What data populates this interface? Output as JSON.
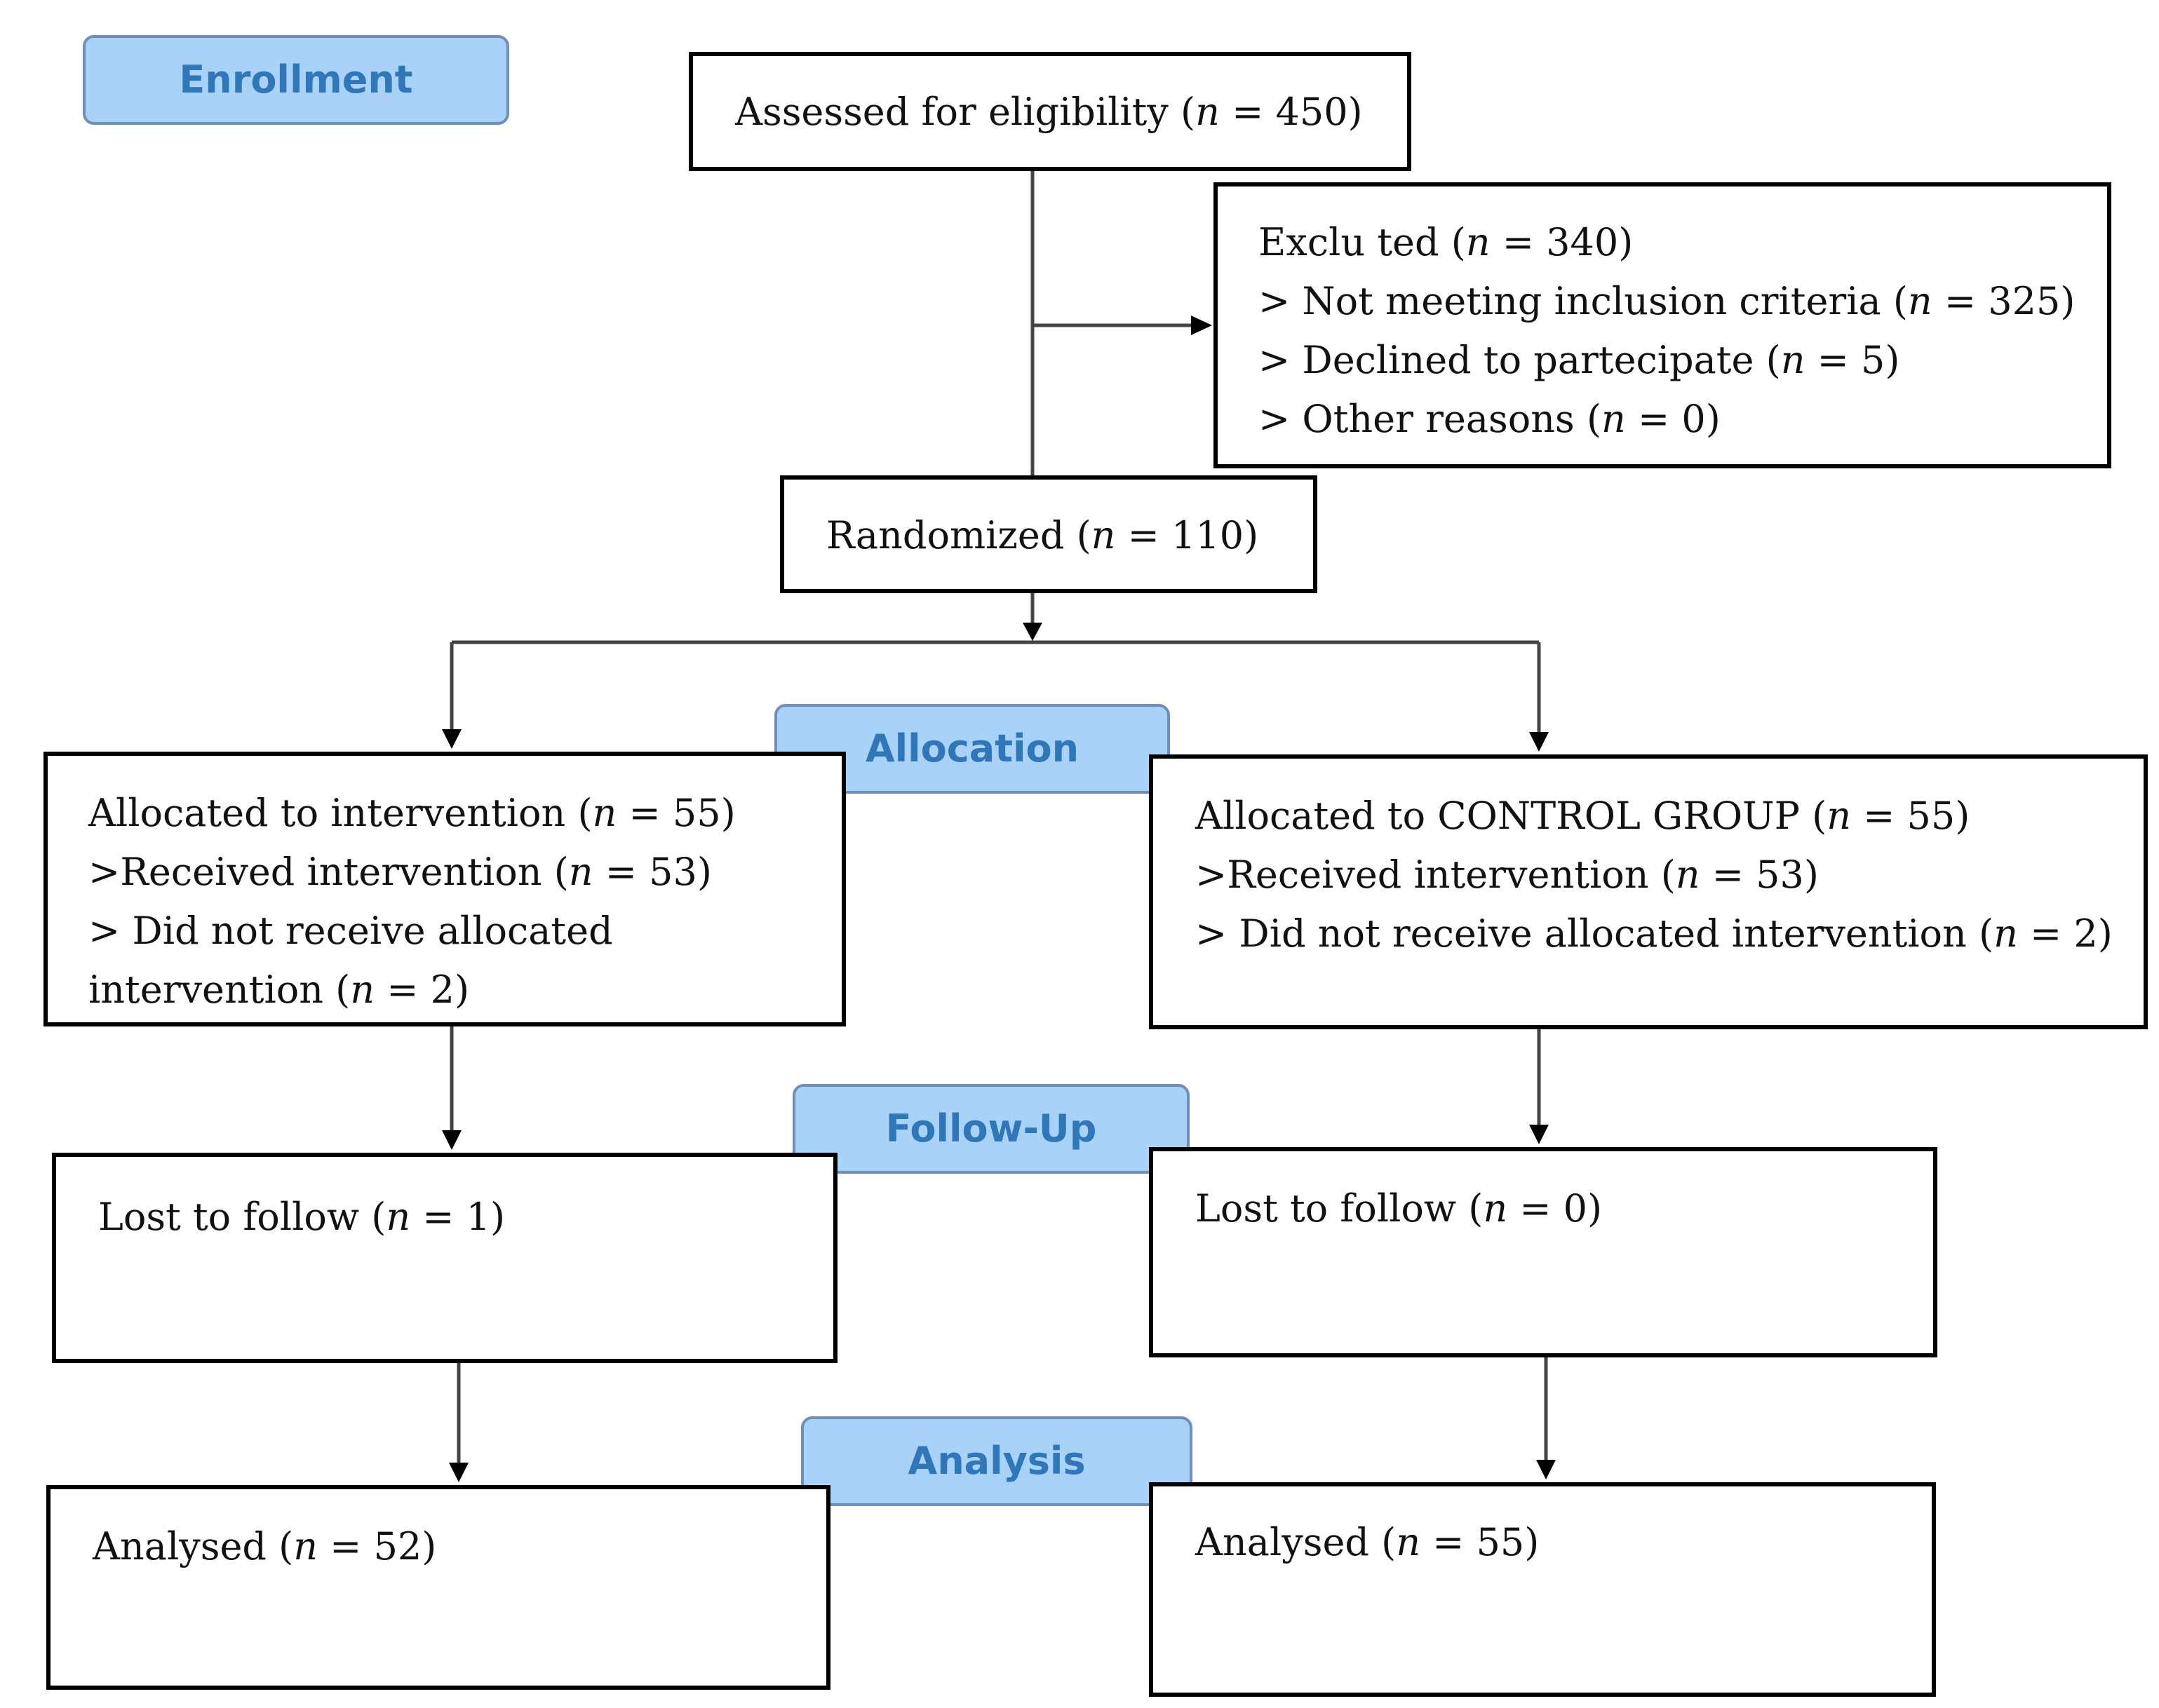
{
  "stages": {
    "enrollment": "Enrollment",
    "allocation": "Allocation",
    "follow_up": "Follow-Up",
    "analysis": "Analysis"
  },
  "assessed": {
    "text": "Assessed for eligibility (",
    "n": "n",
    "rest": " = 450)"
  },
  "excluded": {
    "title": {
      "text": "Exclu ted (",
      "n": "n",
      "rest": " = 340)"
    },
    "reasons": [
      {
        "text": "> Not meeting inclusion criteria (",
        "n": "n",
        "rest": " = 325)"
      },
      {
        "text": "> Declined to partecipate (",
        "n": "n",
        "rest": " = 5)"
      },
      {
        "text": "> Other reasons (",
        "n": "n",
        "rest": " = 0)"
      }
    ]
  },
  "randomized": {
    "text": "Randomized (",
    "n": "n",
    "rest": " = 110)"
  },
  "intervention": {
    "allocated": {
      "text": "Allocated to intervention (",
      "n": "n",
      "rest": " = 55)"
    },
    "received": {
      "text": ">Received intervention (",
      "n": "n",
      "rest": " = 53)"
    },
    "not_received_1": "> Did not receive allocated",
    "not_received_2": {
      "text": "intervention (",
      "n": "n",
      "rest": " = 2)"
    },
    "lost": {
      "text": "Lost to follow (",
      "n": "n",
      "rest": " = 1)"
    },
    "analysed": {
      "text": "Analysed (",
      "n": "n",
      "rest": " = 52)"
    }
  },
  "control": {
    "allocated": {
      "text": "Allocated to CONTROL GROUP (",
      "n": "n",
      "rest": " = 55)"
    },
    "received": {
      "text": ">Received intervention (",
      "n": "n",
      "rest": " = 53)"
    },
    "not_received": {
      "text": "> Did not receive allocated intervention (",
      "n": "n",
      "rest": " = 2)"
    },
    "lost": {
      "text": "Lost to follow (",
      "n": "n",
      "rest": " = 0)"
    },
    "analysed": {
      "text": "Analysed (",
      "n": "n",
      "rest": " = 55)"
    }
  },
  "colors": {
    "stage_fill": "#a9d2f9",
    "stage_text": "#2f77b8",
    "stage_border": "#6f8fb8",
    "box_border": "#000000",
    "connector": "#444444"
  }
}
